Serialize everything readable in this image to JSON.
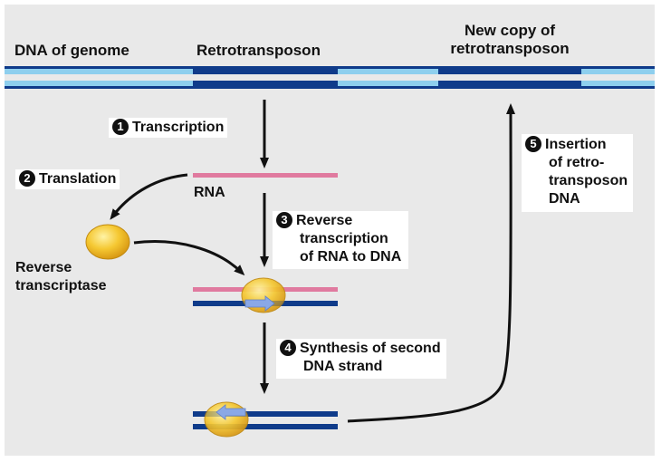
{
  "labels": {
    "dna_of_genome": "DNA of genome",
    "retrotransposon": "Retrotransposon",
    "new_copy_line1": "New copy of",
    "new_copy_line2": "retrotransposon",
    "rna": "RNA",
    "reverse_transcriptase_line1": "Reverse",
    "reverse_transcriptase_line2": "transcriptase"
  },
  "steps": [
    {
      "number": "1",
      "lines": [
        "Transcription"
      ]
    },
    {
      "number": "2",
      "lines": [
        "Translation"
      ]
    },
    {
      "number": "3",
      "lines": [
        "Reverse",
        "transcription",
        "of RNA to DNA"
      ]
    },
    {
      "number": "4",
      "lines": [
        "Synthesis of second",
        "DNA strand"
      ]
    },
    {
      "number": "5",
      "lines": [
        "Insertion",
        "of retro-",
        "transposon",
        "DNA"
      ]
    }
  ],
  "colors": {
    "light_dna": "#8ecfee",
    "dark_dna": "#0f3b8a",
    "rna": "#e07a9f",
    "enzyme": "#f5c832",
    "enzyme_edge": "#c08a12",
    "panel": "#e9e9e9",
    "arrow": "#111111"
  },
  "icons": {
    "enzyme": "enzyme-ellipse-icon",
    "strand_arrow": "strand-arrow-icon"
  }
}
